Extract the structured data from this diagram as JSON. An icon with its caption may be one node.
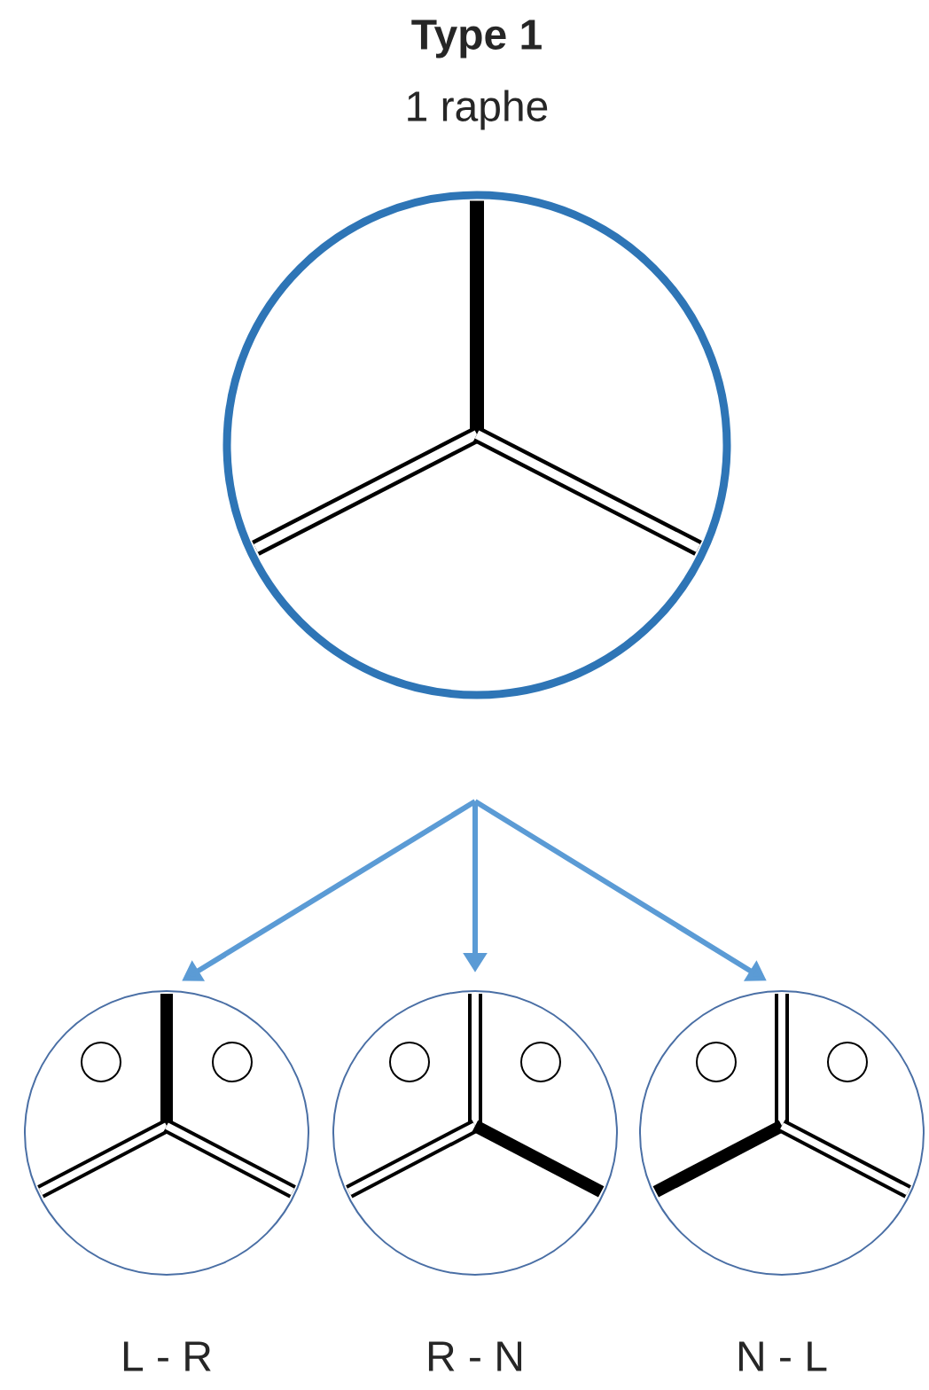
{
  "diagram": {
    "nodes": [
      {
        "text": [
          "Type 1",
          "1 raphe"
        ]
      },
      {
        "text": [],
        "shape": "circle",
        "beside": [
          "L - R"
        ]
      },
      {
        "text": [],
        "shape": "circle",
        "beside": [
          "R - N"
        ]
      },
      {
        "text": [],
        "shape": "circle",
        "beside": [
          "N - L"
        ]
      }
    ],
    "edges": [
      {
        "from": null,
        "to": 1,
        "arrow": "to"
      },
      {
        "from": null,
        "to": 2,
        "arrow": "to"
      },
      {
        "from": null,
        "to": 3,
        "arrow": "to"
      }
    ]
  }
}
